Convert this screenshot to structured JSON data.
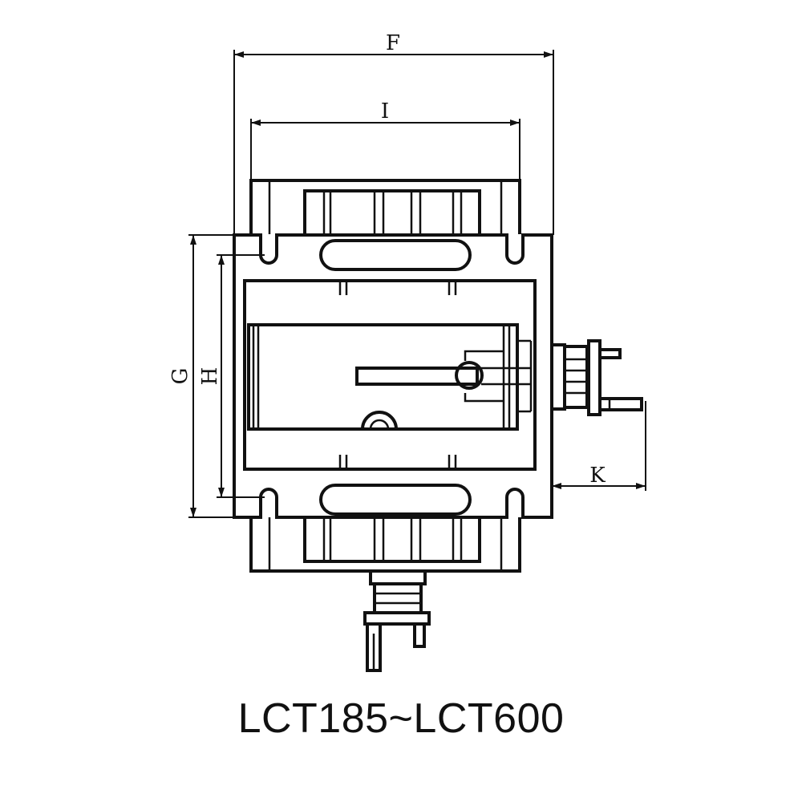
{
  "dimension_labels": {
    "F": "F",
    "I": "I",
    "G": "G",
    "H": "H",
    "K": "K"
  },
  "caption": "LCT185~LCT600"
}
